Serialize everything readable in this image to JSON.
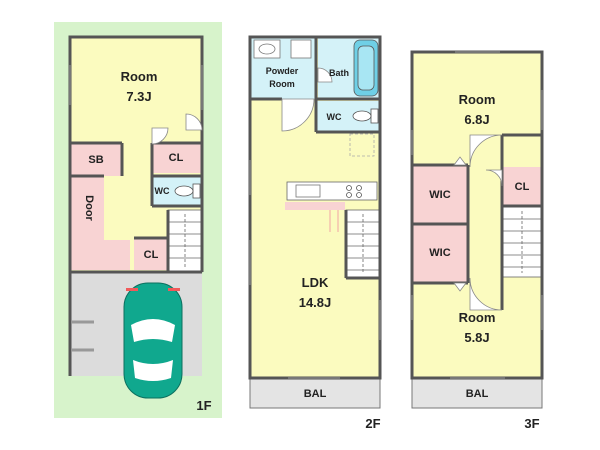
{
  "floors": {
    "f1": {
      "label": "1F",
      "room": {
        "name": "Room",
        "size": "7.3J"
      },
      "sb": "SB",
      "cl_upper": "CL",
      "cl_lower": "CL",
      "wc": "WC",
      "door": "Door"
    },
    "f2": {
      "label": "2F",
      "powder": {
        "line1": "Powder",
        "line2": "Room"
      },
      "bath": "Bath",
      "wc": "WC",
      "ldk": {
        "name": "LDK",
        "size": "14.8J"
      },
      "bal": "BAL"
    },
    "f3": {
      "label": "3F",
      "room_upper": {
        "name": "Room",
        "size": "6.8J"
      },
      "room_lower": {
        "name": "Room",
        "size": "5.8J"
      },
      "wic_upper": "WIC",
      "wic_lower": "WIC",
      "cl": "CL",
      "bal": "BAL"
    }
  },
  "colors": {
    "room": "#fbfbbf",
    "closet": "#f8d3d3",
    "wet": "#d4f2f8",
    "lot": "#d7f3cb",
    "parking": "#dcdcdc",
    "wall": "#555555",
    "car": "#10a88e",
    "balcony": "#e4e4e4"
  },
  "icons": [
    "car-icon",
    "toilet-icon",
    "bathtub-icon",
    "sink-icon",
    "stairs-icon",
    "kitchen-counter-icon",
    "stove-icon"
  ]
}
